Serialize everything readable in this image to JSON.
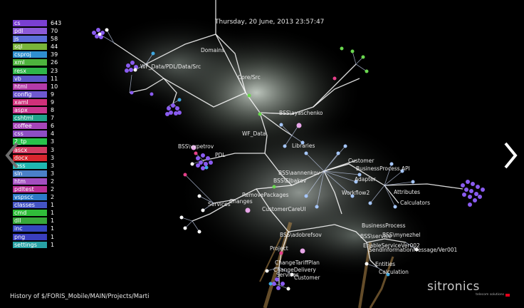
{
  "title": "Thursday, 20 June, 2013 23:57:47",
  "history_path": "History of $/FORIS_Mobile/MAIN/Projects/Marti",
  "legend": [
    {
      "name": "cs",
      "count": "643",
      "color": "#7a3fd1"
    },
    {
      "name": "pdl",
      "count": "70",
      "color": "#8c5ad6"
    },
    {
      "name": "js",
      "count": "58",
      "color": "#5b6ed8"
    },
    {
      "name": "sql",
      "count": "44",
      "color": "#79b43a"
    },
    {
      "name": "csproj",
      "count": "39",
      "color": "#2f8fd0"
    },
    {
      "name": "xml",
      "count": "26",
      "color": "#4db33d"
    },
    {
      "name": "resx",
      "count": "23",
      "color": "#2fb54a"
    },
    {
      "name": "vb",
      "count": "11",
      "color": "#5a56c8"
    },
    {
      "name": "html",
      "count": "10",
      "color": "#b43aa8"
    },
    {
      "name": "config",
      "count": "9",
      "color": "#6e58d0"
    },
    {
      "name": "xaml",
      "count": "9",
      "color": "#d0307a"
    },
    {
      "name": "aspx",
      "count": "8",
      "color": "#c8378e"
    },
    {
      "name": "cshtml",
      "count": "7",
      "color": "#20a38a"
    },
    {
      "name": "coffee",
      "count": "6",
      "color": "#a646b9"
    },
    {
      "name": "css",
      "count": "4",
      "color": "#8d4ec4"
    },
    {
      "name": "2_tp",
      "count": "3",
      "color": "#28c24a"
    },
    {
      "name": "ascx",
      "count": "3",
      "color": "#d23c62"
    },
    {
      "name": "docx",
      "count": "3",
      "color": "#d8262e"
    },
    {
      "name": "less",
      "count": "3",
      "color": "#20b6b0"
    },
    {
      "name": "sln",
      "count": "3",
      "color": "#4a80c8"
    },
    {
      "name": "htm",
      "count": "2",
      "color": "#a34ec0"
    },
    {
      "name": "pdltest",
      "count": "2",
      "color": "#b92f96"
    },
    {
      "name": "vspscc",
      "count": "2",
      "color": "#2d7ac8"
    },
    {
      "name": "classes",
      "count": "1",
      "color": "#4454c4"
    },
    {
      "name": "cmd",
      "count": "1",
      "color": "#30bd3a"
    },
    {
      "name": "dll",
      "count": "1",
      "color": "#38a83a"
    },
    {
      "name": "inc",
      "count": "1",
      "color": "#3546c0"
    },
    {
      "name": "png",
      "count": "1",
      "color": "#3a3fbe"
    },
    {
      "name": "settings",
      "count": "1",
      "color": "#28a2a6"
    }
  ],
  "labels": [
    {
      "id": "domains",
      "text": "Domains"
    },
    {
      "id": "wf-data-pdl",
      "text": "WF_Data/PDL/Data/Src"
    },
    {
      "id": "core-src",
      "text": "Core/Src"
    },
    {
      "id": "bss-ayaschenko",
      "text": "BSS\\ayaschenko"
    },
    {
      "id": "wf-data",
      "text": "WF_Data"
    },
    {
      "id": "libraries",
      "text": "Libraries"
    },
    {
      "id": "bss-vvpetrov",
      "text": "BSS\\vvpetrov"
    },
    {
      "id": "pdl",
      "text": "PDL"
    },
    {
      "id": "customer",
      "text": "Customer"
    },
    {
      "id": "bp-api",
      "text": "BusinessProcess.API"
    },
    {
      "id": "bss-aannenkov",
      "text": "BSS\\aannenkov"
    },
    {
      "id": "bss-elbakov",
      "text": "BSS\\Elbakov"
    },
    {
      "id": "adapter",
      "text": "Adapter"
    },
    {
      "id": "workflow2",
      "text": "Workflow2"
    },
    {
      "id": "attributes",
      "text": "Attributes"
    },
    {
      "id": "calculators",
      "text": "Calculators"
    },
    {
      "id": "services",
      "text": "Services"
    },
    {
      "id": "packages",
      "text": "RemovePackages"
    },
    {
      "id": "changes",
      "text": "Changes"
    },
    {
      "id": "customer-ui",
      "text": "CustomerCareUI"
    },
    {
      "id": "bss-adobrefsov",
      "text": "BSS\\adobrefsov"
    },
    {
      "id": "business-process",
      "text": "BusinessProcess"
    },
    {
      "id": "bss-service",
      "text": "BSS\\service"
    },
    {
      "id": "bss-mynezhel",
      "text": "BSS\\mynezhel"
    },
    {
      "id": "ver002",
      "text": "EnableServiceVer002"
    },
    {
      "id": "ver001",
      "text": "SendInformationMessage/Ver001"
    },
    {
      "id": "project",
      "text": "Project"
    },
    {
      "id": "change-tariff",
      "text": "ChangeTariffPlan"
    },
    {
      "id": "change-delivery",
      "text": "ChangeDelivery"
    },
    {
      "id": "services2",
      "text": "Services"
    },
    {
      "id": "customer2",
      "text": "Customer"
    },
    {
      "id": "entities",
      "text": "Entities"
    },
    {
      "id": "calculation",
      "text": "Calculation"
    }
  ],
  "logo": {
    "word": "sitronics",
    "tagline": "telecom solutions"
  },
  "nav": {
    "prev_icon": "chevron-left-icon",
    "next_icon": "chevron-right-icon"
  }
}
